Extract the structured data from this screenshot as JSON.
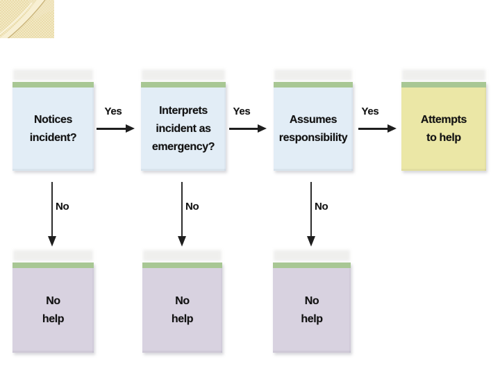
{
  "slide": {
    "background": "#ffffff",
    "decoration": {
      "name": "corner-swoosh-graphic",
      "base_color": "#ecdfad",
      "swoosh_color": "#f8f1d6",
      "line_color": "#c9b379"
    }
  },
  "flowchart": {
    "colors": {
      "bar": "#a8c794",
      "step_fill": "#e2edf6",
      "outcome_yes_fill": "#ebe7a6",
      "outcome_no_fill": "#d8d2e0",
      "arrow": "#1e1e1e",
      "text": "#121212"
    },
    "nodes": [
      {
        "id": "notices",
        "label": "Notices\nincident?",
        "kind": "step"
      },
      {
        "id": "interprets",
        "label": "Interprets\nincident as\nemergency?",
        "kind": "step"
      },
      {
        "id": "assumes",
        "label": "Assumes\nresponsibility",
        "kind": "step"
      },
      {
        "id": "attempts",
        "label": "Attempts\nto help",
        "kind": "outcome-yes"
      },
      {
        "id": "no-help-1",
        "label": "No\nhelp",
        "kind": "outcome-no"
      },
      {
        "id": "no-help-2",
        "label": "No\nhelp",
        "kind": "outcome-no"
      },
      {
        "id": "no-help-3",
        "label": "No\nhelp",
        "kind": "outcome-no"
      }
    ],
    "edges": [
      {
        "label": "Yes",
        "from": "notices",
        "to": "interprets"
      },
      {
        "label": "Yes",
        "from": "interprets",
        "to": "assumes"
      },
      {
        "label": "Yes",
        "from": "assumes",
        "to": "attempts"
      },
      {
        "label": "No",
        "from": "notices",
        "to": "no-help-1"
      },
      {
        "label": "No",
        "from": "interprets",
        "to": "no-help-2"
      },
      {
        "label": "No",
        "from": "assumes",
        "to": "no-help-3"
      }
    ]
  }
}
